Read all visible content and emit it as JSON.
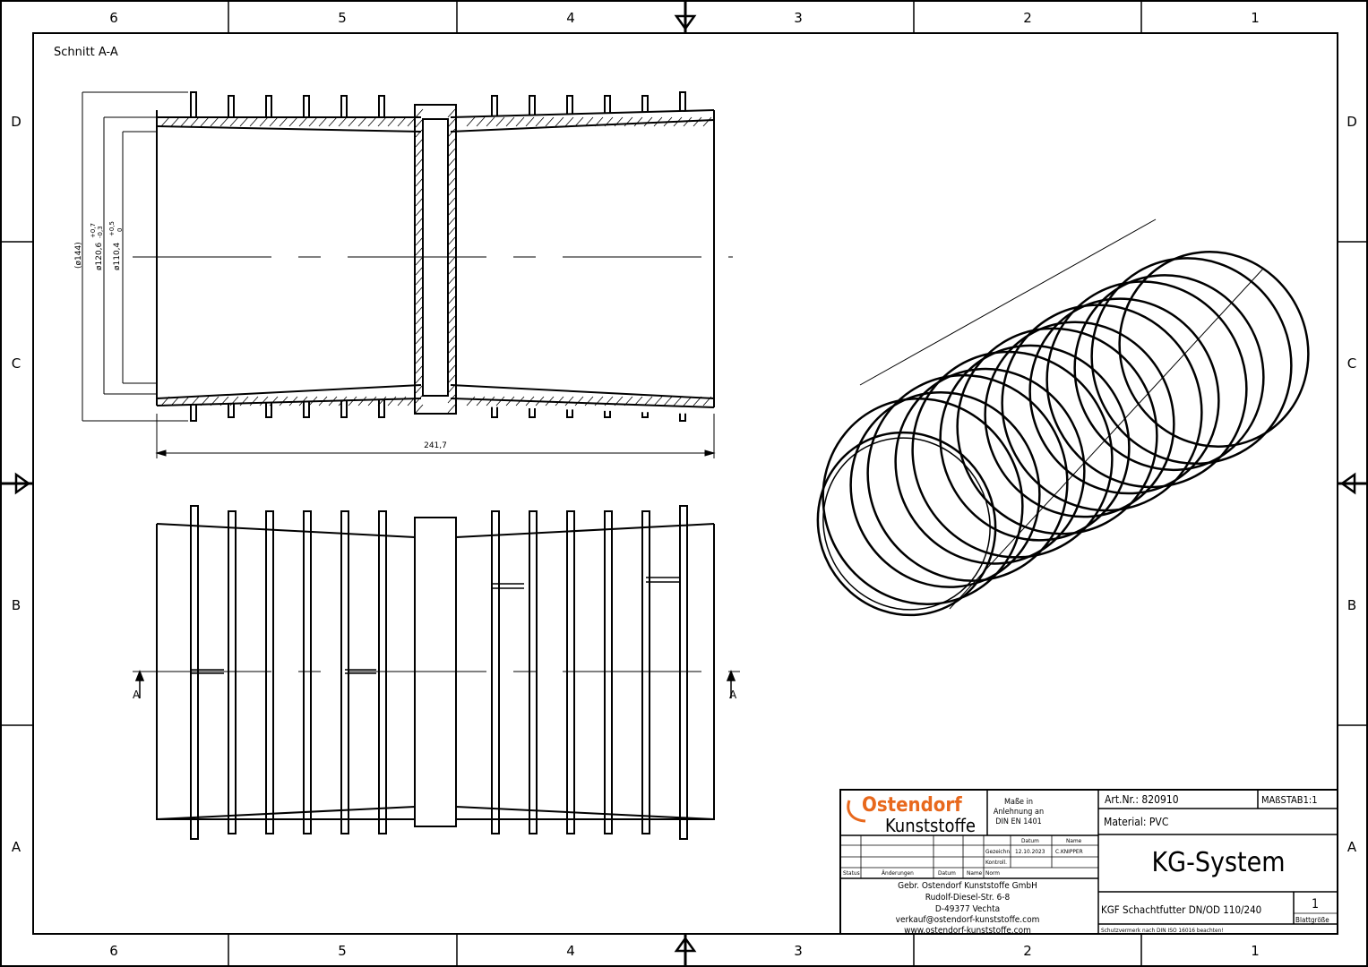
{
  "frame": {
    "columns": [
      "6",
      "5",
      "4",
      "3",
      "2",
      "1"
    ],
    "rows": [
      "D",
      "C",
      "B",
      "A"
    ]
  },
  "section_view": {
    "title": "Schnitt A-A",
    "dim_outer": "(ø144)",
    "dim_mid": "ø120,6",
    "dim_mid_tol_upper": "+0,7",
    "dim_mid_tol_lower": "-0,3",
    "dim_inner": "ø110,4",
    "dim_inner_tol_upper": "+0,5",
    "dim_inner_tol_lower": "0",
    "dim_length": "241,7"
  },
  "side_view": {
    "section_mark": "A"
  },
  "title_block": {
    "logo_top": "Ostendorf",
    "logo_bottom": "Kunststoffe",
    "note_line1": "Maße in",
    "note_line2": "Anlehnung an",
    "note_line3": "DIN EN 1401",
    "col_datum": "Datum",
    "col_name": "Name",
    "row_gezeichn": "Gezeichn.",
    "row_kontroll": "Kontroll.",
    "row_norm": "Norm",
    "date_value": "12.10.2023",
    "name_value": "C.KNIPPER",
    "rev_status": "Status",
    "rev_aenderungen": "Änderungen",
    "rev_datum": "Datum",
    "rev_name": "Name",
    "company": "Gebr. Ostendorf Kunststoffe GmbH",
    "street": "Rudolf-Diesel-Str. 6-8",
    "city": "D-49377 Vechta",
    "email": "verkauf@ostendorf-kunststoffe.com",
    "web": "www.ostendorf-kunststoffe.com",
    "art_nr": "Art.Nr.: 820910",
    "massstab": "MAßSTAB1:1",
    "material": "Material: PVC",
    "system": "KG-System",
    "description": "KGF Schachtfutter DN/OD 110/240",
    "sheet_no": "1",
    "blattgroesse": "Blattgröße",
    "protection_note": "Schutzvermerk nach DIN ISO 16016 beachten!",
    "logo_color": "#e8681c"
  }
}
